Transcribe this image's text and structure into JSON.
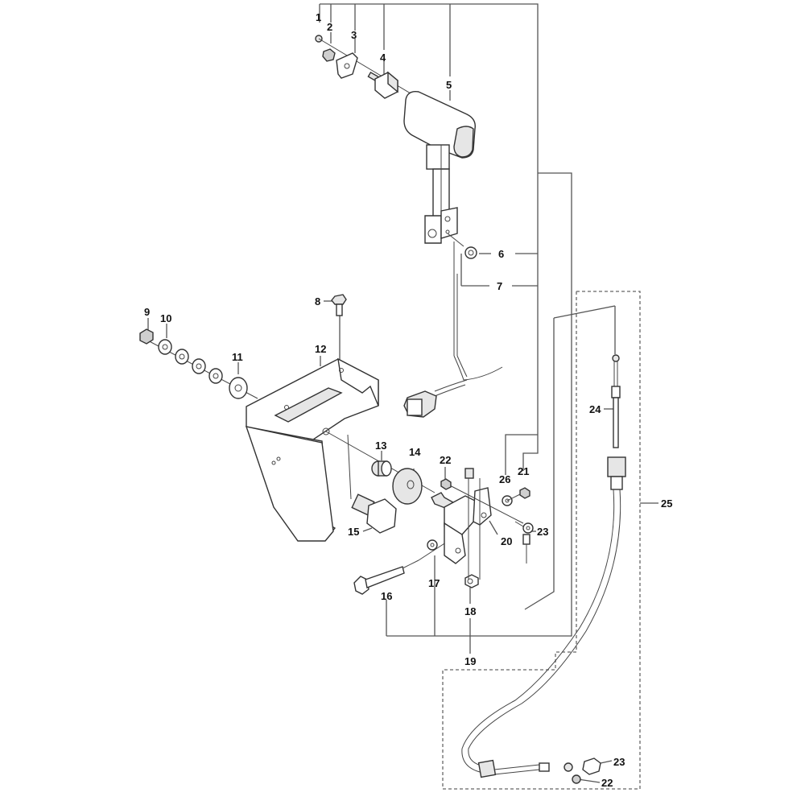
{
  "diagram": {
    "title": "",
    "type": "exploded-parts-diagram",
    "callouts": [
      {
        "id": "c1",
        "number": "1"
      },
      {
        "id": "c2",
        "number": "2"
      },
      {
        "id": "c3",
        "number": "3"
      },
      {
        "id": "c4",
        "number": "4"
      },
      {
        "id": "c5",
        "number": "5"
      },
      {
        "id": "c6",
        "number": "6"
      },
      {
        "id": "c7",
        "number": "7"
      },
      {
        "id": "c8",
        "number": "8"
      },
      {
        "id": "c9",
        "number": "9"
      },
      {
        "id": "c10",
        "number": "10"
      },
      {
        "id": "c11",
        "number": "11"
      },
      {
        "id": "c12",
        "number": "12"
      },
      {
        "id": "c13",
        "number": "13"
      },
      {
        "id": "c14",
        "number": "14"
      },
      {
        "id": "c15",
        "number": "15"
      },
      {
        "id": "c16",
        "number": "16"
      },
      {
        "id": "c17",
        "number": "17"
      },
      {
        "id": "c18",
        "number": "18"
      },
      {
        "id": "c19",
        "number": "19"
      },
      {
        "id": "c20",
        "number": "20"
      },
      {
        "id": "c21",
        "number": "21"
      },
      {
        "id": "c22a",
        "number": "22"
      },
      {
        "id": "c23a",
        "number": "23"
      },
      {
        "id": "c24",
        "number": "24"
      },
      {
        "id": "c25",
        "number": "25"
      },
      {
        "id": "c26",
        "number": "26"
      },
      {
        "id": "c23b",
        "number": "23"
      },
      {
        "id": "c22b",
        "number": "22"
      }
    ],
    "parts": [
      "screw",
      "nut",
      "plate",
      "switch",
      "shift-knob-lever",
      "clip",
      "wire-harness",
      "bolt",
      "nut",
      "washer",
      "washer-large",
      "bracket",
      "bushing",
      "washer-large",
      "switch",
      "bolt",
      "washer",
      "nut",
      "lever-assembly",
      "lever-plate",
      "nut",
      "nut",
      "ball-joint",
      "cable-inner",
      "cable-assembly",
      "washer"
    ]
  }
}
